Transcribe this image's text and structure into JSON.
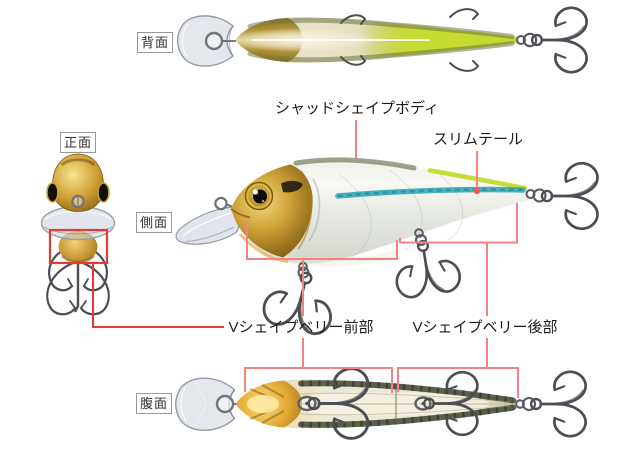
{
  "view_labels": {
    "back": "背面",
    "front": "正面",
    "side": "側面",
    "belly": "腹面"
  },
  "callouts": {
    "shad_body": "シャッドシェイプボディ",
    "slim_tail": "スリムテール",
    "v_belly_front": "Vシェイプベリー前部",
    "v_belly_rear": "Vシェイプベリー後部"
  },
  "colors": {
    "callout_line": "#f08484",
    "highlight_box": "#e23b31",
    "label_text": "#1c1c1c",
    "box_border": "#999999",
    "chartreuse": "#c4d92e",
    "gold": "#c49a34",
    "teal_stripe": "#35aab6"
  }
}
